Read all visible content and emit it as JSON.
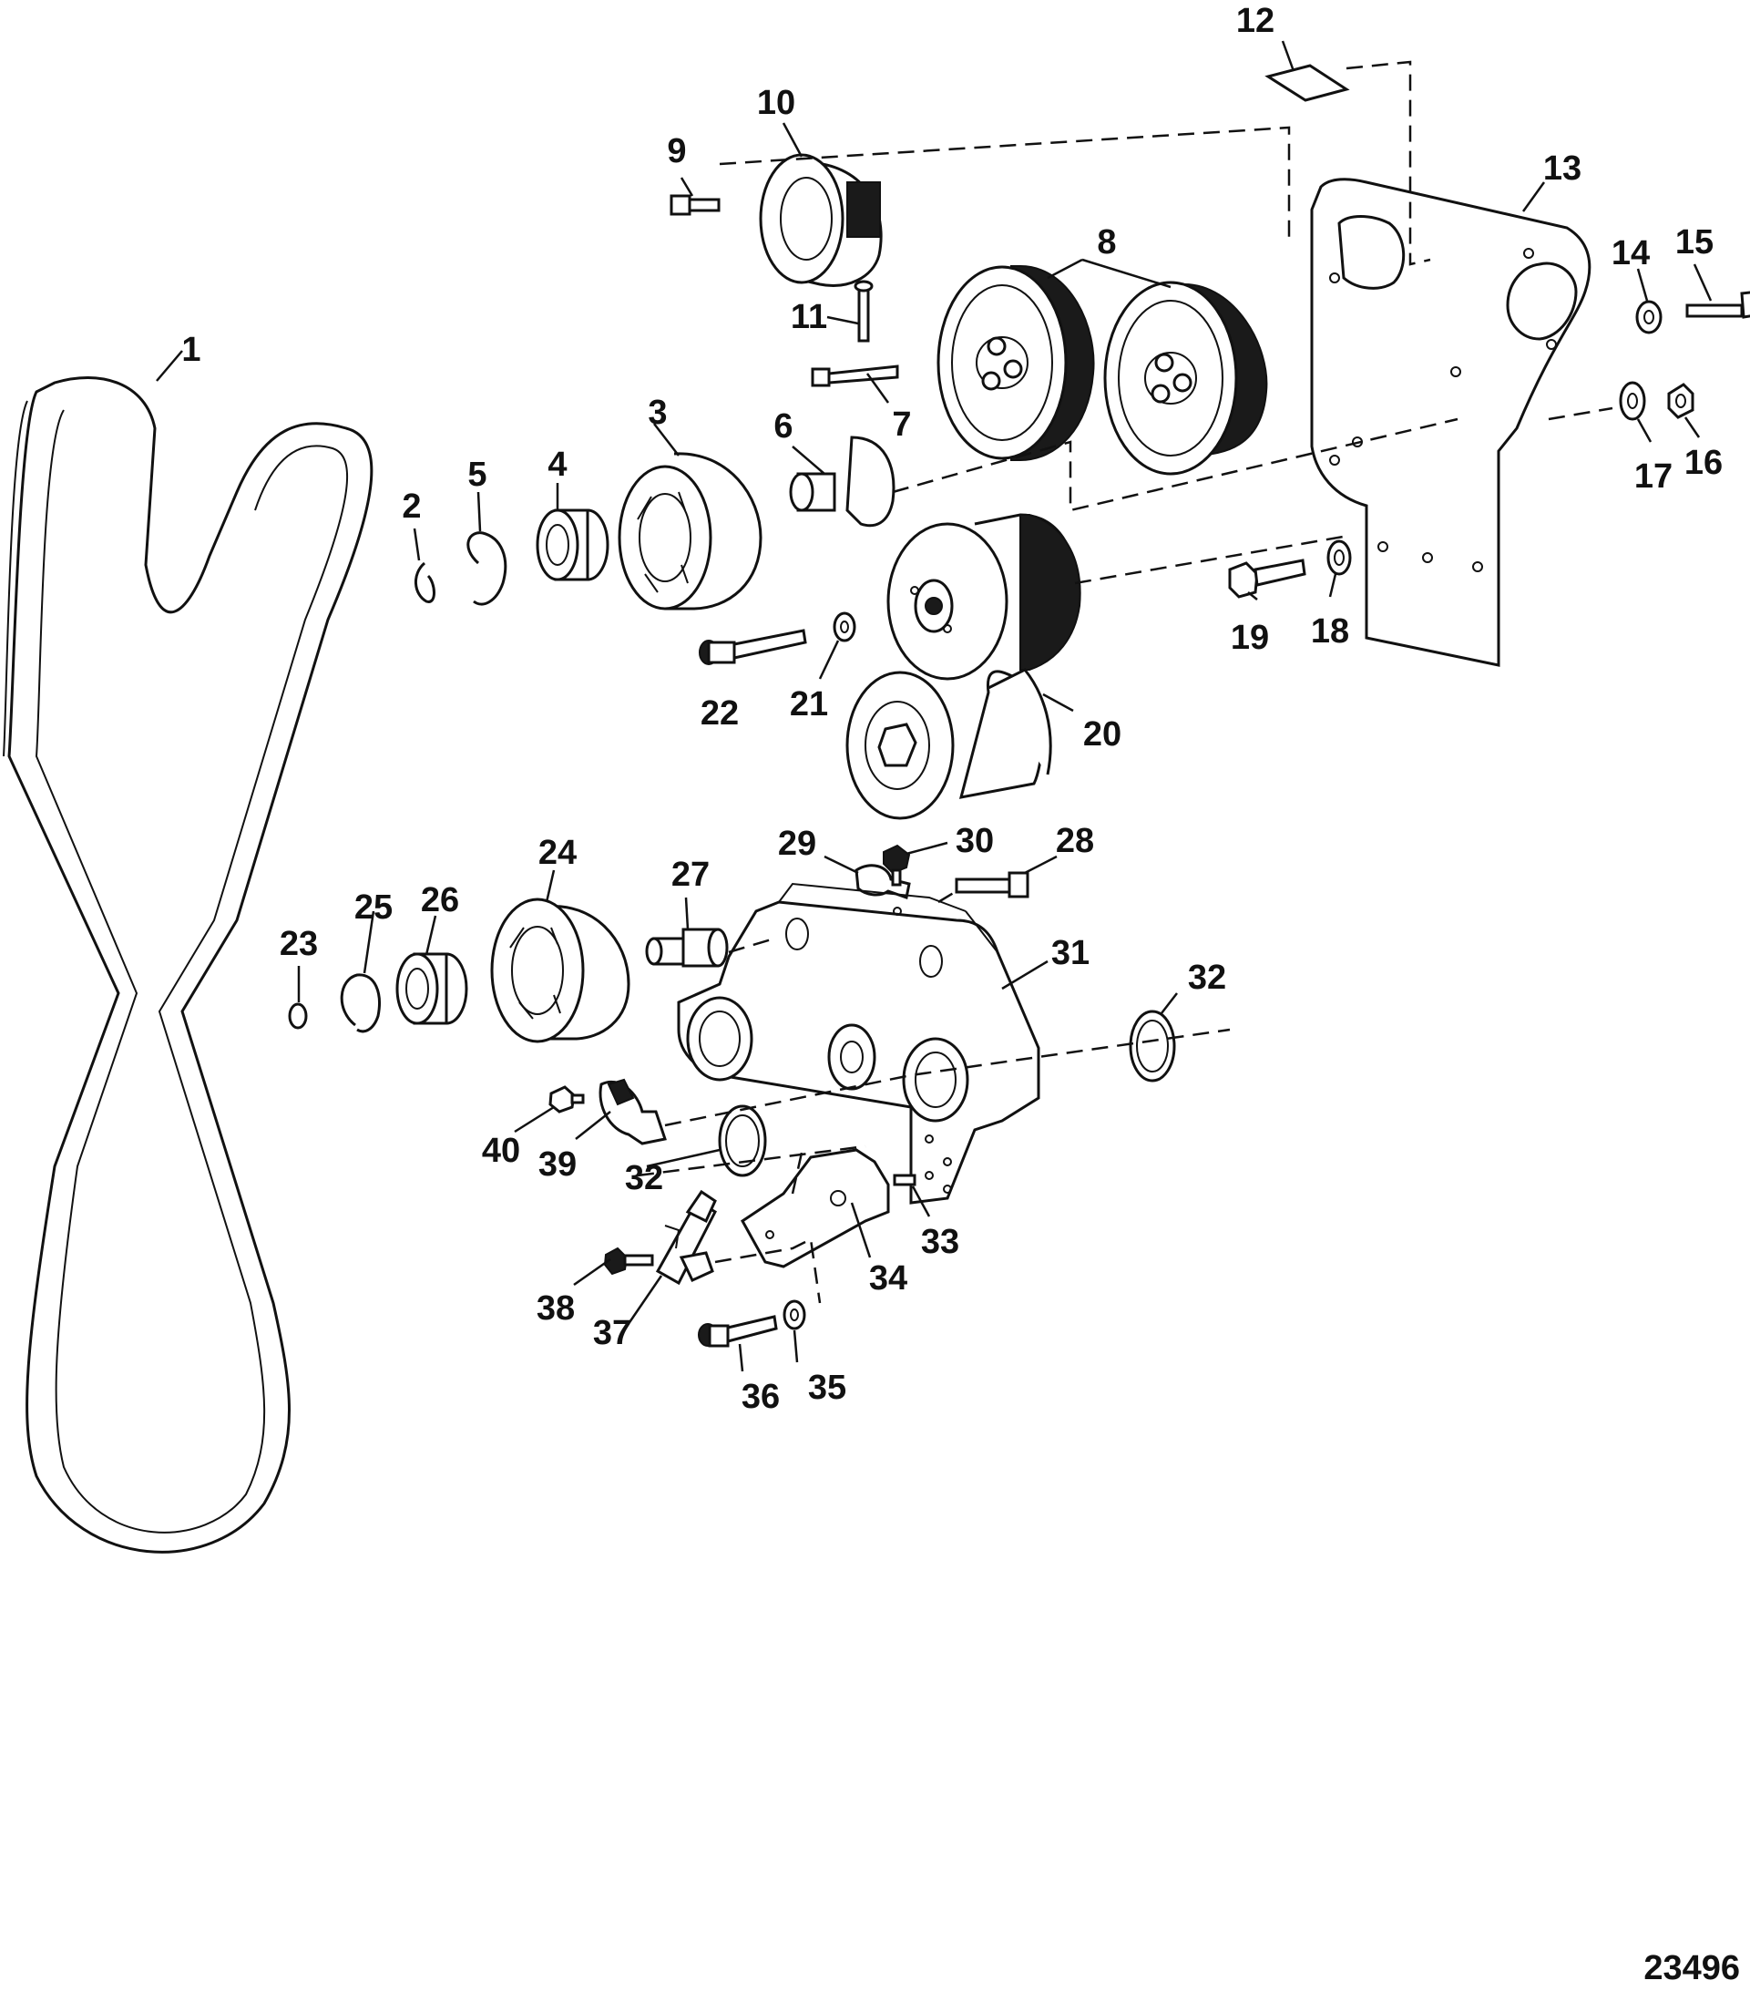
{
  "diagram": {
    "drawing_number": "23496",
    "callouts": [
      "1",
      "2",
      "3",
      "4",
      "5",
      "6",
      "7",
      "8",
      "9",
      "10",
      "11",
      "12",
      "13",
      "14",
      "15",
      "16",
      "17",
      "18",
      "19",
      "20",
      "21",
      "22",
      "23",
      "24",
      "25",
      "26",
      "27",
      "28",
      "29",
      "30",
      "31",
      "32",
      "33",
      "34",
      "35",
      "36",
      "37",
      "38",
      "39",
      "40"
    ],
    "callout_32_second": "32"
  }
}
